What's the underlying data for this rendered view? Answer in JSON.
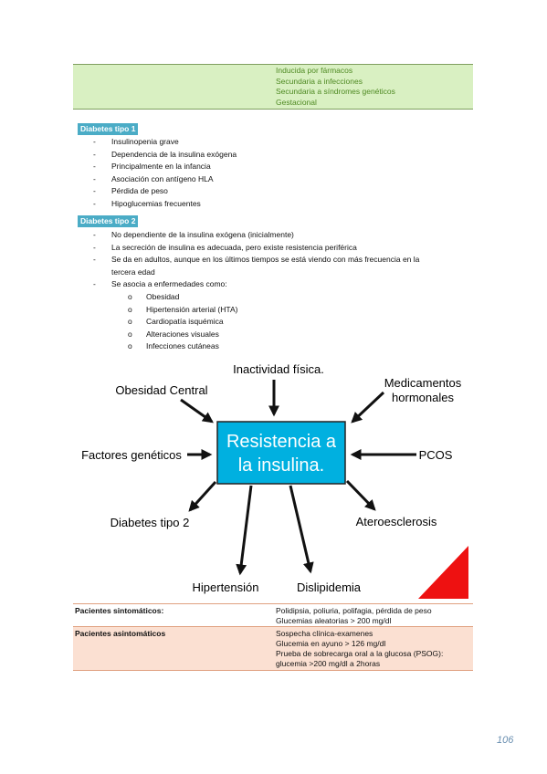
{
  "top_table": {
    "items": [
      "Inducida por fármacos",
      "Secundaria a infecciones",
      "Secundaria a síndromes genéticos",
      "Gestacional"
    ]
  },
  "dm1": {
    "title": "Diabetes tipo 1",
    "items": [
      "Insulinopenia grave",
      "Dependencia de la insulina exógena",
      "Principalmente en la infancia",
      "Asociación con antígeno HLA",
      "Pérdida de peso",
      "Hipoglucemias frecuentes"
    ]
  },
  "dm2": {
    "title": "Diabetes tipo 2",
    "items": [
      "No dependiente de la insulina exógena (inicialmente)",
      "La secreción de insulina es adecuada, pero existe resistencia periférica",
      "Se da en adultos, aunque en los últimos tiempos se está viendo con más frecuencia en la",
      "tercera edad",
      "Se asocia a enfermedades como:"
    ],
    "sub_items": [
      "Obesidad",
      "Hipertensión arterial (HTA)",
      "Cardiopatía isquémica",
      "Alteraciones visuales",
      "Infecciones cutáneas"
    ]
  },
  "diagram": {
    "center_line1": "Resistencia a",
    "center_line2": "la insulina.",
    "inactividad": "Inactividad física.",
    "obesidad": "Obesidad Central",
    "medicamentos1": "Medicamentos",
    "medicamentos2": "hormonales",
    "factores": "Factores genéticos",
    "pcos": "PCOS",
    "diabetes2": "Diabetes tipo 2",
    "ateroesclerosis": "Ateroesclerosis",
    "hipertension": "Hipertensión",
    "dislipidemia": "Dislipidemia",
    "colors": {
      "center": "#00b0e0",
      "corner": "#ee1111"
    }
  },
  "criteria": {
    "sintomaticos_label": "Pacientes sintomáticos:",
    "sintomaticos_lines": [
      "Polidipsia, poliuria, polifagia, pérdida de peso",
      "Glucemias aleatorias > 200 mg/dl"
    ],
    "asintomaticos_label": "Pacientes asintomáticos",
    "asintomaticos_lines": [
      "Sospecha clínica-examenes",
      "Glucemia en ayuno > 126 mg/dl",
      "Prueba de sobrecarga oral a la glucosa (PSOG):",
      "glucemia >200 mg/dl a 2horas"
    ]
  },
  "page_number": "106"
}
